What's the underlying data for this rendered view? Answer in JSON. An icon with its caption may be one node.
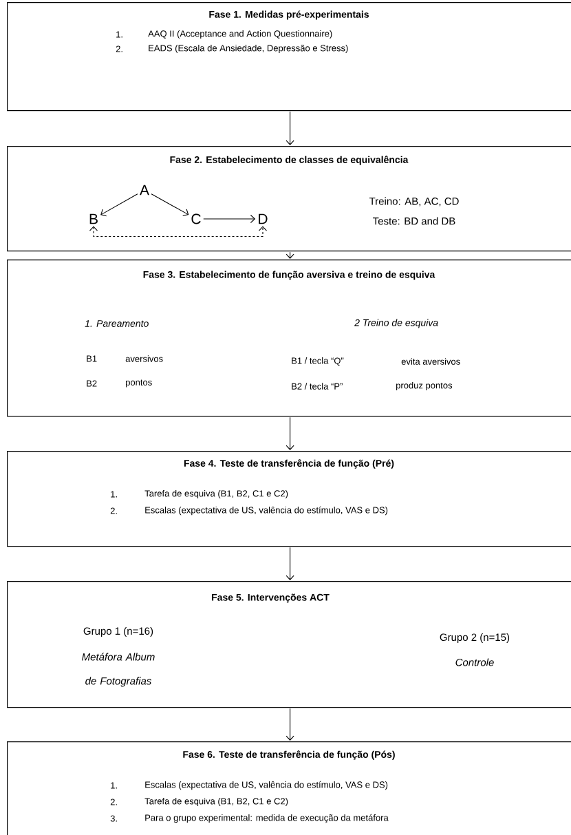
{
  "diagram": {
    "nodes": [
      {
        "text": [
          "Fase 1. Medidas pré-experimentais",
          "1.",
          "AAQ II (Acceptance and Action Questionnaire)",
          "2.",
          "EADS (Escala de Ansiedade, Depressão e Stress)"
        ]
      },
      {
        "text": [
          "Fase 2. Estabelecimento de classes de equivalência",
          "Treino: AB, AC, CD",
          "Teste: BD and DB"
        ]
      },
      {
        "text": [
          "A"
        ],
        "in": 1
      },
      {
        "text": [
          "B"
        ],
        "in": 1
      },
      {
        "text": [
          "C"
        ],
        "in": 1
      },
      {
        "text": [
          "D"
        ],
        "in": 1
      },
      {
        "text": [
          "Fase 3. Estabelecimento de função aversiva e treino de esquiva",
          "1. Pareamento",
          "2 Treino de esquiva",
          "B1",
          "aversivos",
          "B2",
          "pontos",
          "B1 / tecla “Q”",
          "evita aversivos",
          "B2 / tecla “P”",
          "produz pontos"
        ]
      },
      {
        "text": [
          "Fase 4. Teste de transferência de função (Pré)",
          "1.",
          "Tarefa de esquiva (B1, B2, C1 e C2)",
          "2.",
          "Escalas (expectativa de US, valência do estímulo, VAS e DS)"
        ]
      },
      {
        "text": [
          "Fase 5. Intervenções ACT",
          "Grupo 1 (n=16)",
          "Metáfora Album de Fotografias",
          "Grupo 2 (n=15)",
          "Controle"
        ]
      },
      {
        "text": [
          "Fase 6. Teste de transferência de função (Pós)",
          "1.",
          "Escalas (expectativa de US, valência do estímulo, VAS e DS)",
          "2.",
          "Tarefa de esquiva (B1, B2, C1 e C2)",
          "3.",
          "Para o grupo experimental: medida de execução da metáfora"
        ]
      }
    ],
    "edges": [
      {
        "from": 0,
        "to": 1,
        "arrow": "to"
      },
      {
        "from": 1,
        "to": 6,
        "arrow": "to"
      },
      {
        "from": 6,
        "to": 7,
        "arrow": "to"
      },
      {
        "from": 7,
        "to": 8,
        "arrow": "to"
      },
      {
        "from": 8,
        "to": 9,
        "arrow": "to"
      },
      {
        "from": 2,
        "to": 3,
        "arrow": "to"
      },
      {
        "from": 2,
        "to": 4,
        "arrow": "to"
      },
      {
        "from": 4,
        "to": 5,
        "arrow": "to"
      },
      {
        "from": 3,
        "to": 5,
        "arrow": "both",
        "style": "dashed"
      }
    ]
  }
}
